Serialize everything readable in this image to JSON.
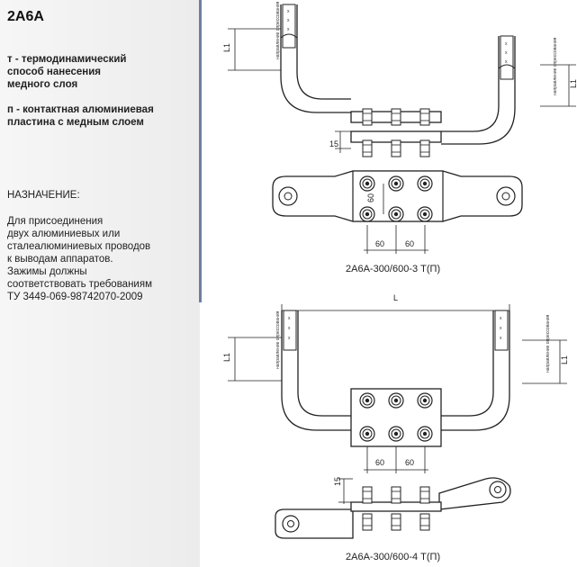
{
  "sidebar": {
    "code": "2А6А",
    "note_t": [
      "т - термодинамический",
      "способ нанесения",
      "медного слоя"
    ],
    "note_p": [
      "п - контактная алюминиевая",
      "пластина с медным слоем"
    ],
    "purpose_heading": "НАЗНАЧЕНИЕ:",
    "purpose_lines": [
      "Для присоединения",
      "двух алюминиевых или",
      "сталеалюминиевых проводов",
      "к выводам аппаратов.",
      "Зажимы должны",
      "соответствовать требованиям",
      "ТУ 3449-069-98742070-2009"
    ]
  },
  "drawing": {
    "top": {
      "caption": "2А6А-300/600-3 Т(П)",
      "dim_l1_left": "L1",
      "dim_l1_right": "L1",
      "dim_15": "15",
      "dim_60_vertical": "60",
      "dim_60_a": "60",
      "dim_60_b": "60",
      "pressing_label": "направление опрессования"
    },
    "bottom": {
      "caption": "2А6А-300/600-4 Т(П)",
      "dim_L": "L",
      "dim_l1_left": "L1",
      "dim_l1_right": "L1",
      "dim_15": "15",
      "dim_60_a": "60",
      "dim_60_b": "60",
      "pressing_label": "направление опрессования"
    }
  }
}
